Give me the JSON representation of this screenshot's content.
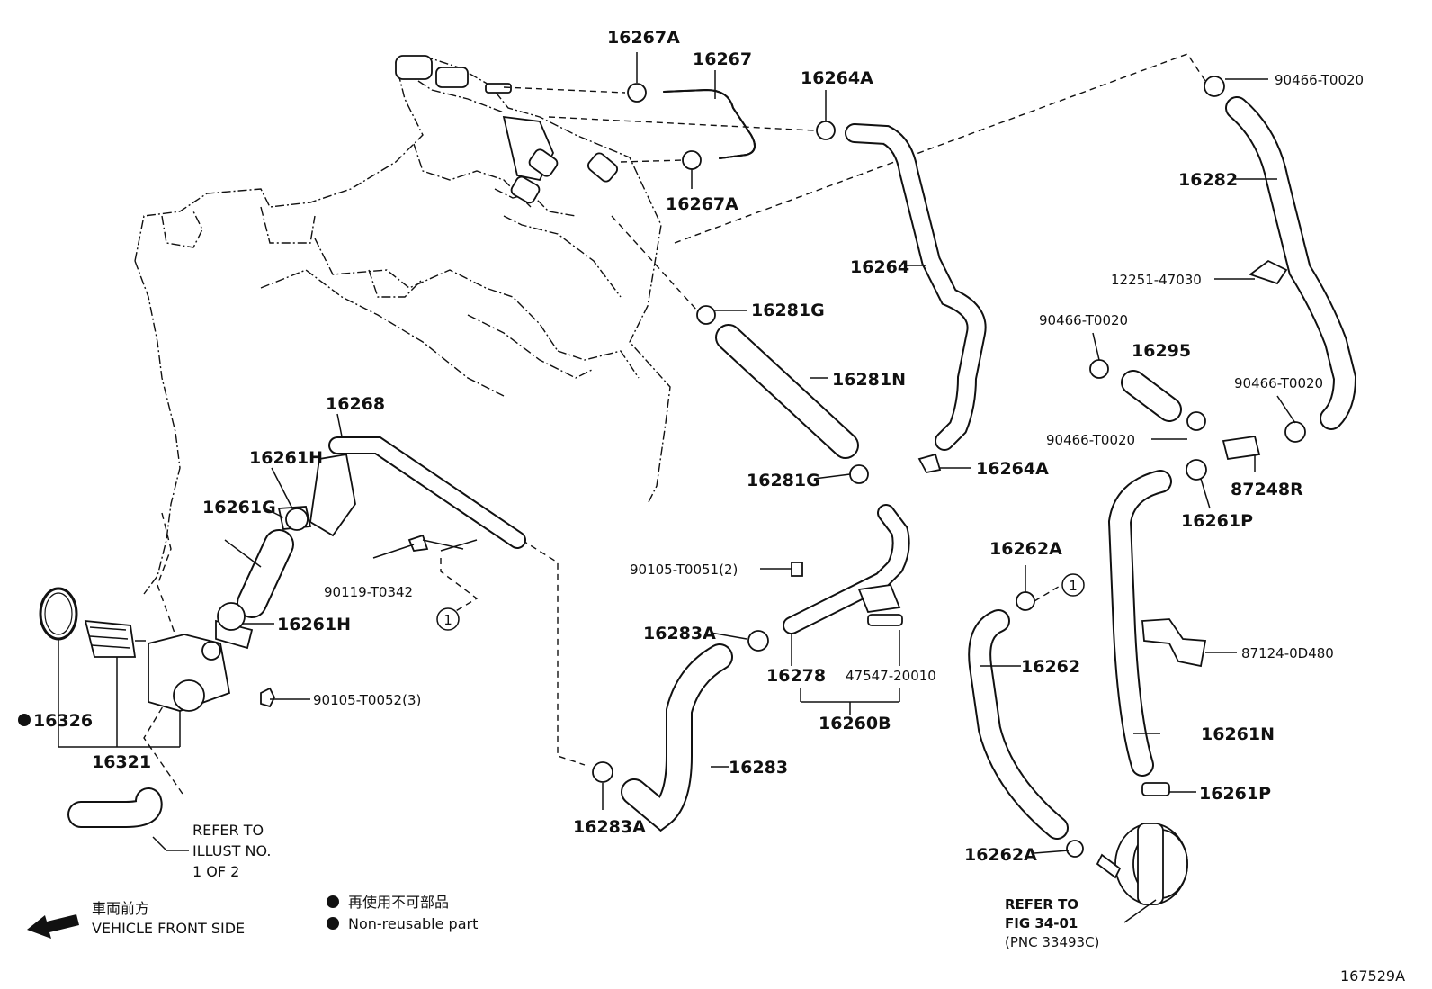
{
  "labels": {
    "p16267A_top": "16267A",
    "p16267": "16267",
    "p16267A_bot": "16267A",
    "p16264A_top": "16264A",
    "p16264": "16264",
    "p16264A_bot": "16264A",
    "p90466_t1": "90466-T0020",
    "p16282": "16282",
    "p12251": "12251-47030",
    "p90466_t2": "90466-T0020",
    "p16295": "16295",
    "p90466_t3": "90466-T0020",
    "p90466_t4": "90466-T0020",
    "p87248R": "87248R",
    "p16261P_a": "16261P",
    "p16281G_top": "16281G",
    "p16281N": "16281N",
    "p16281G_bot": "16281G",
    "p16268": "16268",
    "p16261H_top": "16261H",
    "p16261G": "16261G",
    "p90119": "90119-T0342",
    "p16261H_bot": "16261H",
    "p90105_3": "90105-T0052(3)",
    "p16326": "16326",
    "p16321": "16321",
    "p90105_2": "90105-T0051(2)",
    "p16283A_top": "16283A",
    "p16278": "16278",
    "p47547": "47547-20010",
    "p16260B": "16260B",
    "p16283": "16283",
    "p16283A_bot": "16283A",
    "p16262A_top": "16262A",
    "p16262": "16262",
    "p87124": "87124-0D480",
    "p16261N": "16261N",
    "p16261P_b": "16261P",
    "p16262A_bot": "16262A",
    "circle1_a": "1",
    "circle1_b": "1"
  },
  "notes": {
    "refer_illust_1": "REFER TO",
    "refer_illust_2": "ILLUST NO.",
    "refer_illust_3": "1 OF 2",
    "refer_fig_1": "REFER TO",
    "refer_fig_2": "FIG 34-01",
    "refer_fig_3": "(PNC 33493C)"
  },
  "legend": {
    "front_jp": "車両前方",
    "front_en": "VEHICLE FRONT SIDE",
    "nonreuse_jp": "再使用不可部品",
    "nonreuse_en": "Non-reusable part"
  },
  "diagram_id": "167529A"
}
